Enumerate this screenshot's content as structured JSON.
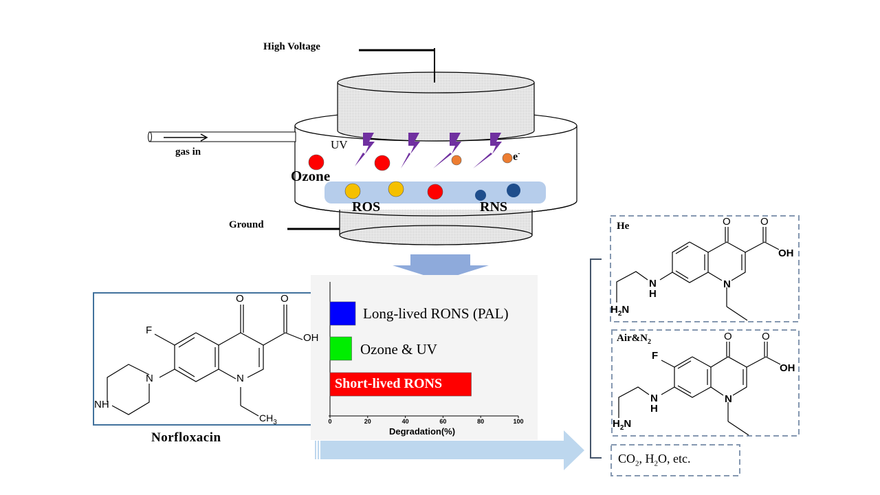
{
  "reactor": {
    "high_voltage_label": "High Voltage",
    "ground_label": "Ground",
    "gas_in_label": "gas in",
    "uv_label": "UV",
    "electron_label": "e",
    "electron_superscript": "-",
    "ozone_label": "Ozone",
    "ros_label": "ROS",
    "rns_label": "RNS",
    "colors": {
      "ozone": "#ff0000",
      "ros": "#f5c000",
      "rns": "#1f4e8c",
      "electron": "#ed7d31",
      "lightning": "#7030a0",
      "plasma": "#a9c4e8"
    }
  },
  "norfloxacin": {
    "name": "Norfloxacin",
    "atoms": {
      "o1": "O",
      "o2": "O",
      "oh": "OH",
      "f": "F",
      "n1": "N",
      "n2": "N",
      "nh": "NH",
      "ch3": "CH",
      "ch3_sub": "3"
    }
  },
  "chart_data": {
    "type": "bar",
    "orientation": "horizontal",
    "categories": [
      "Long-lived RONS (PAL)",
      "Ozone & UV",
      "Short-lived RONS"
    ],
    "values": [
      13.5,
      11.5,
      75
    ],
    "colors": [
      "#0000ff",
      "#00ee00",
      "#ff0000"
    ],
    "xlabel": "Degradation(%)",
    "ylabel": "",
    "xlim": [
      0,
      100
    ],
    "xticks": [
      "0",
      "20",
      "40",
      "60",
      "80",
      "100"
    ],
    "grid": false,
    "legend": "none"
  },
  "products": {
    "he": {
      "label": "He",
      "atoms": {
        "o1": "O",
        "o2": "O",
        "oh": "OH",
        "n": "N",
        "nh_n": "N",
        "nh_h": "H",
        "h2n": "H",
        "h2n_sub": "2",
        "h2n_n": "N"
      }
    },
    "air": {
      "label": "Air&N",
      "label_sub": "2",
      "atoms": {
        "o1": "O",
        "o2": "O",
        "oh": "OH",
        "f": "F",
        "n": "N",
        "nh_n": "N",
        "nh_h": "H",
        "h2n": "H",
        "h2n_sub": "2",
        "h2n_n": "N"
      }
    },
    "final": {
      "co": "CO",
      "co_sub": "2",
      "sep1": ", H",
      "h2o_sub": "2",
      "tail": "O, etc."
    }
  }
}
